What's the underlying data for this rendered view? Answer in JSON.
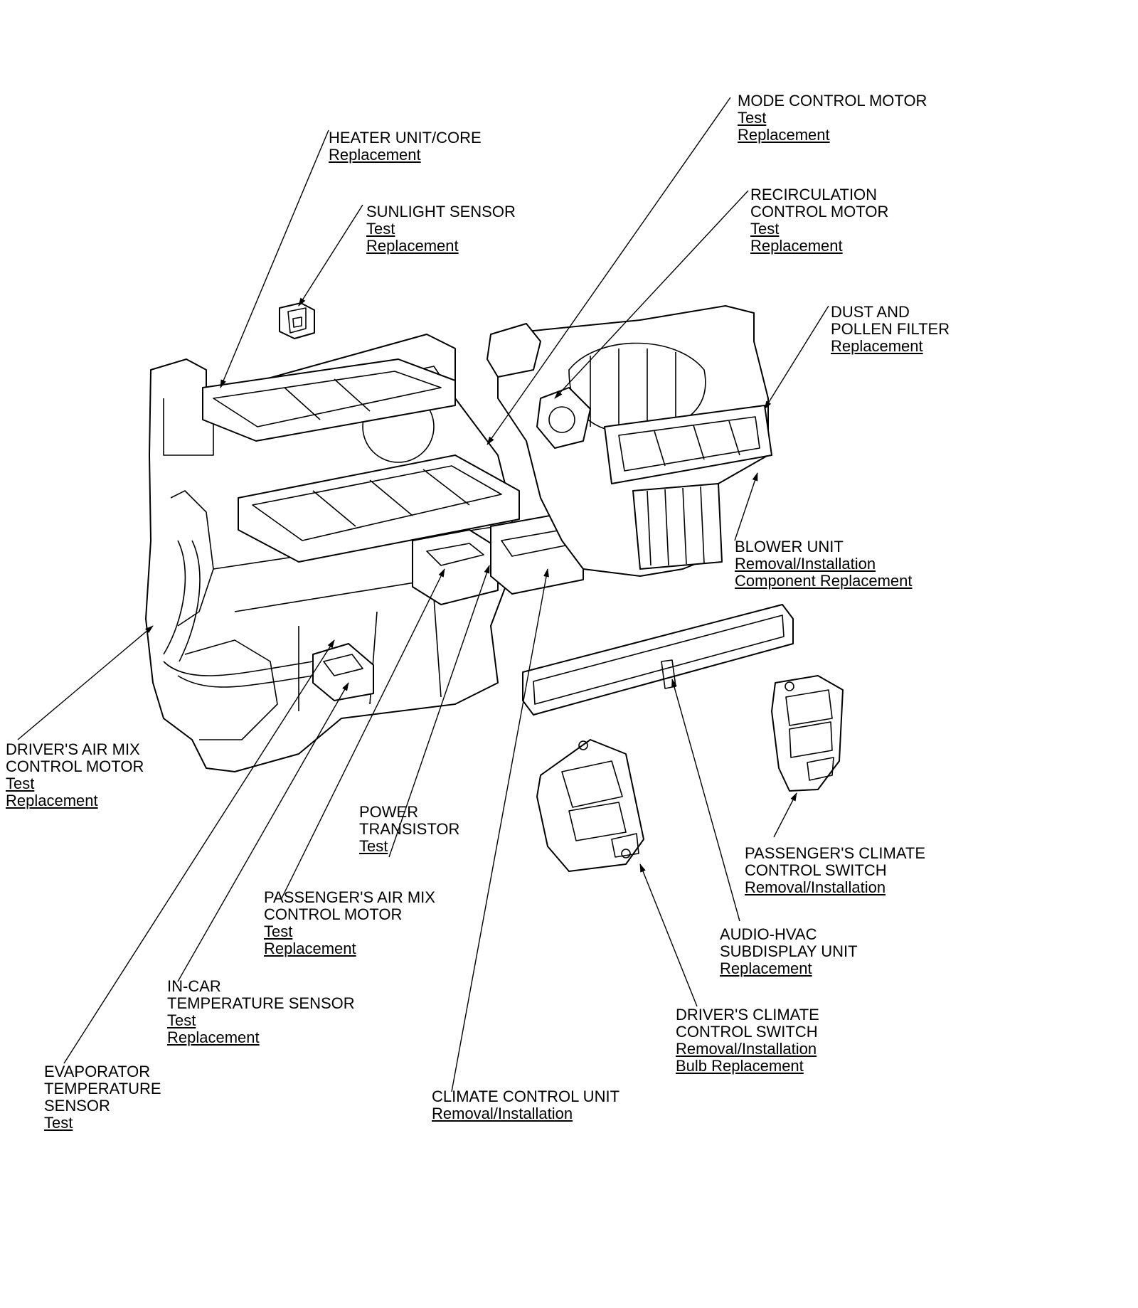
{
  "callouts": {
    "heater_unit": {
      "title": [
        "HEATER UNIT/CORE"
      ],
      "links": [
        "Replacement"
      ]
    },
    "sunlight_sensor": {
      "title": [
        "SUNLIGHT SENSOR"
      ],
      "links": [
        "Test",
        "Replacement"
      ]
    },
    "mode_control_motor": {
      "title": [
        "MODE CONTROL MOTOR"
      ],
      "links": [
        "Test",
        "Replacement"
      ]
    },
    "recirculation_motor": {
      "title": [
        "RECIRCULATION",
        "CONTROL MOTOR"
      ],
      "links": [
        "Test",
        "Replacement"
      ]
    },
    "dust_filter": {
      "title": [
        "DUST AND",
        "POLLEN FILTER"
      ],
      "links": [
        "Replacement"
      ]
    },
    "blower_unit": {
      "title": [
        "BLOWER UNIT"
      ],
      "links": [
        "Removal/Installation",
        "Component Replacement"
      ]
    },
    "drivers_air_mix": {
      "title": [
        "DRIVER'S AIR MIX",
        "CONTROL MOTOR"
      ],
      "links": [
        "Test",
        "Replacement"
      ]
    },
    "power_transistor": {
      "title": [
        "POWER",
        "TRANSISTOR"
      ],
      "links": [
        "Test"
      ]
    },
    "passengers_climate_switch": {
      "title": [
        "PASSENGER'S CLIMATE",
        "CONTROL SWITCH"
      ],
      "links": [
        "Removal/Installation"
      ]
    },
    "passengers_air_mix": {
      "title": [
        "PASSENGER'S AIR MIX",
        "CONTROL MOTOR"
      ],
      "links": [
        "Test",
        "Replacement"
      ]
    },
    "audio_hvac": {
      "title": [
        "AUDIO-HVAC",
        "SUBDISPLAY UNIT"
      ],
      "links": [
        "Replacement"
      ]
    },
    "in_car_sensor": {
      "title": [
        "IN-CAR",
        "TEMPERATURE SENSOR"
      ],
      "links": [
        "Test",
        "Replacement"
      ]
    },
    "drivers_climate_switch": {
      "title": [
        "DRIVER'S CLIMATE",
        "CONTROL SWITCH"
      ],
      "links": [
        "Removal/Installation",
        "Bulb Replacement"
      ]
    },
    "evaporator_sensor": {
      "title": [
        "EVAPORATOR",
        "TEMPERATURE",
        "SENSOR"
      ],
      "links": [
        "Test"
      ]
    },
    "climate_control_unit": {
      "title": [
        "CLIMATE CONTROL UNIT"
      ],
      "links": [
        "Removal/Installation"
      ]
    }
  }
}
